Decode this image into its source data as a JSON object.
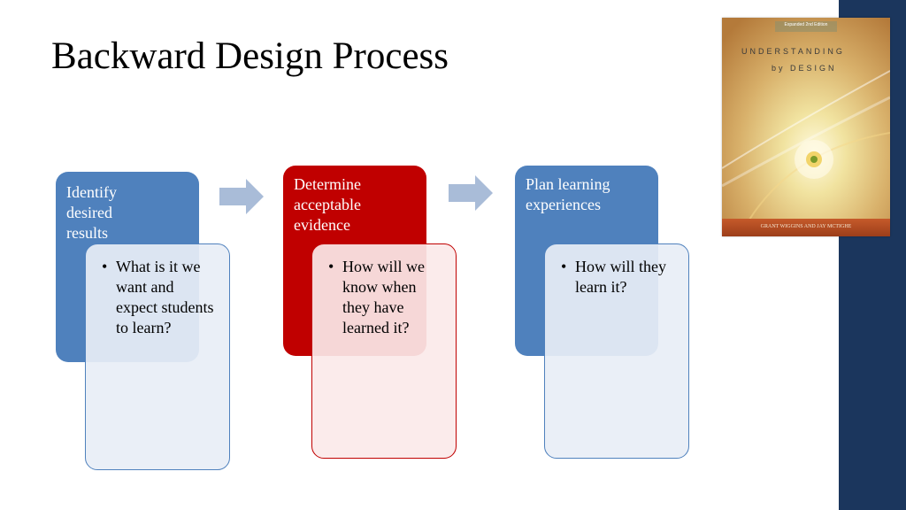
{
  "slide": {
    "title": "Backward Design Process"
  },
  "steps": [
    {
      "title": "Identify desired results",
      "question": "What is it we want and expect students to learn?"
    },
    {
      "title": "Determine acceptable evidence",
      "question": "How will we know when they have learned it?"
    },
    {
      "title": "Plan learning experiences",
      "question": "How will they learn it?"
    }
  ],
  "book": {
    "edition": "Expanded 2nd Edition",
    "title_line1": "UNDERSTANDING",
    "title_line2": "by DESIGN",
    "authors": "GRANT WIGGINS AND JAY MCTIGHE"
  },
  "colors": {
    "blue": "#4f81bd",
    "red": "#c00000",
    "arrow": "#a9bcd8",
    "sidebar": "#1b365d"
  }
}
